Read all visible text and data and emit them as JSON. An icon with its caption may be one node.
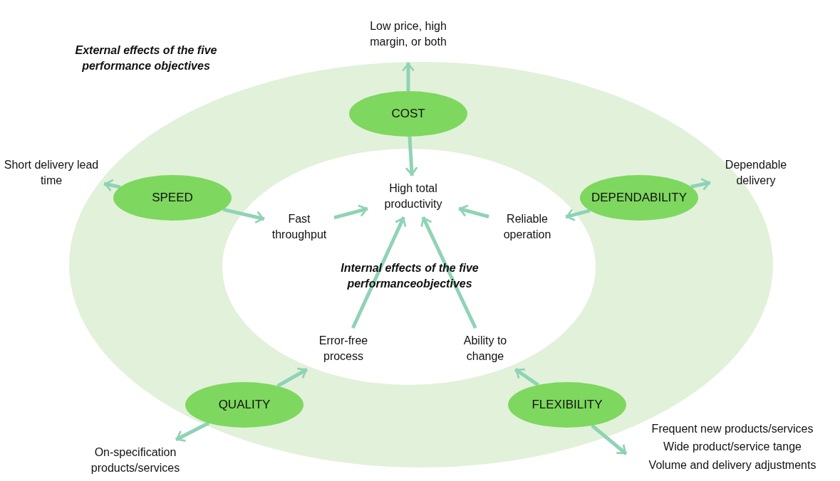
{
  "diagram": {
    "nodes": [
      {
        "text": [
          "COST"
        ]
      },
      {
        "text": [
          "SPEED"
        ]
      },
      {
        "text": [
          "DEPENDABILITY"
        ]
      },
      {
        "text": [
          "QUALITY"
        ]
      },
      {
        "text": [
          "FLEXIBILITY"
        ]
      },
      {
        "text": [
          "Low price, high margin, or both"
        ]
      },
      {
        "text": [
          "Short delivery lead time"
        ]
      },
      {
        "text": [
          "Dependable delivery"
        ]
      },
      {
        "text": [
          "On-specification products/services"
        ]
      },
      {
        "text": [
          "Frequent new products/services",
          "Wide product/service tange",
          "Volume and delivery adjustments"
        ]
      },
      {
        "text": [
          "High total productivity"
        ]
      },
      {
        "text": [
          "Fast throughput"
        ]
      },
      {
        "text": [
          "Reliable operation"
        ]
      },
      {
        "text": [
          "Error-free process"
        ]
      },
      {
        "text": [
          "Ability to change"
        ]
      }
    ],
    "edges": [
      {
        "from": 0,
        "to": 5,
        "arrow": "to"
      },
      {
        "from": 0,
        "to": 10,
        "arrow": "to"
      },
      {
        "from": 1,
        "to": 6,
        "arrow": "to"
      },
      {
        "from": 1,
        "to": 11,
        "arrow": "to"
      },
      {
        "from": 2,
        "to": 7,
        "arrow": "to"
      },
      {
        "from": 2,
        "to": 12,
        "arrow": "to"
      },
      {
        "from": 3,
        "to": 13,
        "arrow": "to"
      },
      {
        "from": 3,
        "to": 8,
        "arrow": "to"
      },
      {
        "from": 4,
        "to": 14,
        "arrow": "to"
      },
      {
        "from": 4,
        "to": 9,
        "arrow": "to"
      },
      {
        "from": 11,
        "to": 10,
        "arrow": "to"
      },
      {
        "from": 12,
        "to": 10,
        "arrow": "to"
      },
      {
        "from": 13,
        "to": 10,
        "arrow": "to"
      },
      {
        "from": 14,
        "to": 10,
        "arrow": "to"
      }
    ],
    "labels": [
      "External effects of the five performance objectives",
      "Internal effects of the five performanceobjectives"
    ]
  }
}
